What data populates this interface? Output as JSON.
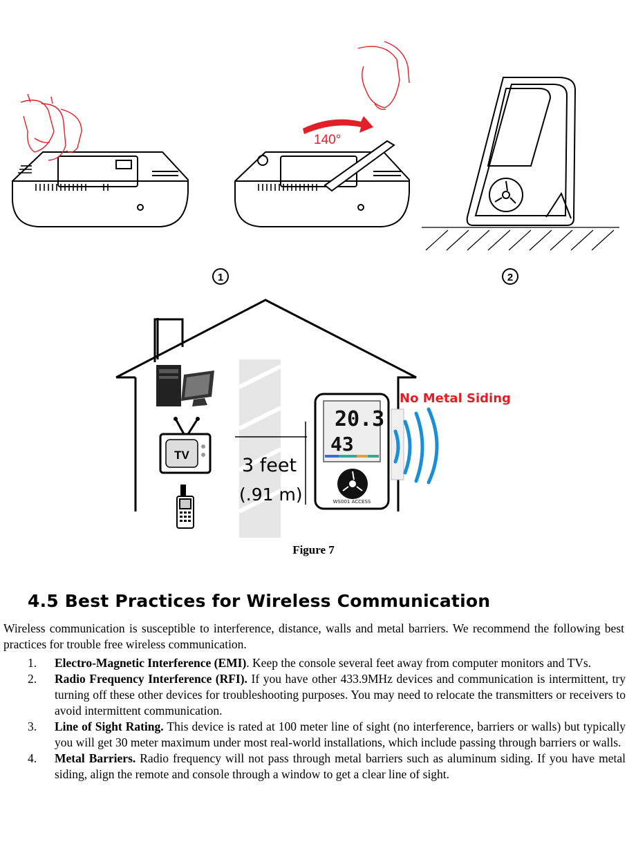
{
  "figure": {
    "angle_label": "140°",
    "step_one": "1",
    "step_two": "2",
    "tv_label": "TV",
    "distance_feet": "3 feet",
    "distance_meters": "(.91 m)",
    "warning": "No Metal Siding",
    "display_top": "20.3",
    "display_bottom": "43",
    "display_footer": "WS001 ACCESS",
    "caption": "Figure 7"
  },
  "section": {
    "heading": "4.5 Best Practices for Wireless Communication",
    "intro": "Wireless communication is susceptible to interference, distance, walls and metal barriers. We recommend the following best practices for trouble free wireless communication.",
    "items": [
      {
        "num": "1.",
        "term": "Electro-Magnetic Interference (EMI)",
        "text": ". Keep the console several feet away from computer monitors and TVs."
      },
      {
        "num": "2.",
        "term": "Radio Frequency Interference (RFI).",
        "text": " If you have other 433.9MHz devices and communication is intermittent, try turning off these other devices for troubleshooting purposes. You may need to relocate the transmitters or receivers to avoid intermittent communication."
      },
      {
        "num": "3.",
        "term": "Line of Sight Rating.",
        "text": " This device is rated at 100 meter line of sight (no interference, barriers or walls) but typically you will get 30 meter maximum under most real-world installations, which include passing through barriers or walls."
      },
      {
        "num": "4.",
        "term": "Metal Barriers.",
        "text": " Radio frequency will not pass through metal barriers such as aluminum siding. If you have metal siding, align the remote and console through a window to get a clear line of sight."
      }
    ]
  },
  "colors": {
    "accent_red": "#e41e26",
    "wave_blue": "#1b8fd6"
  }
}
